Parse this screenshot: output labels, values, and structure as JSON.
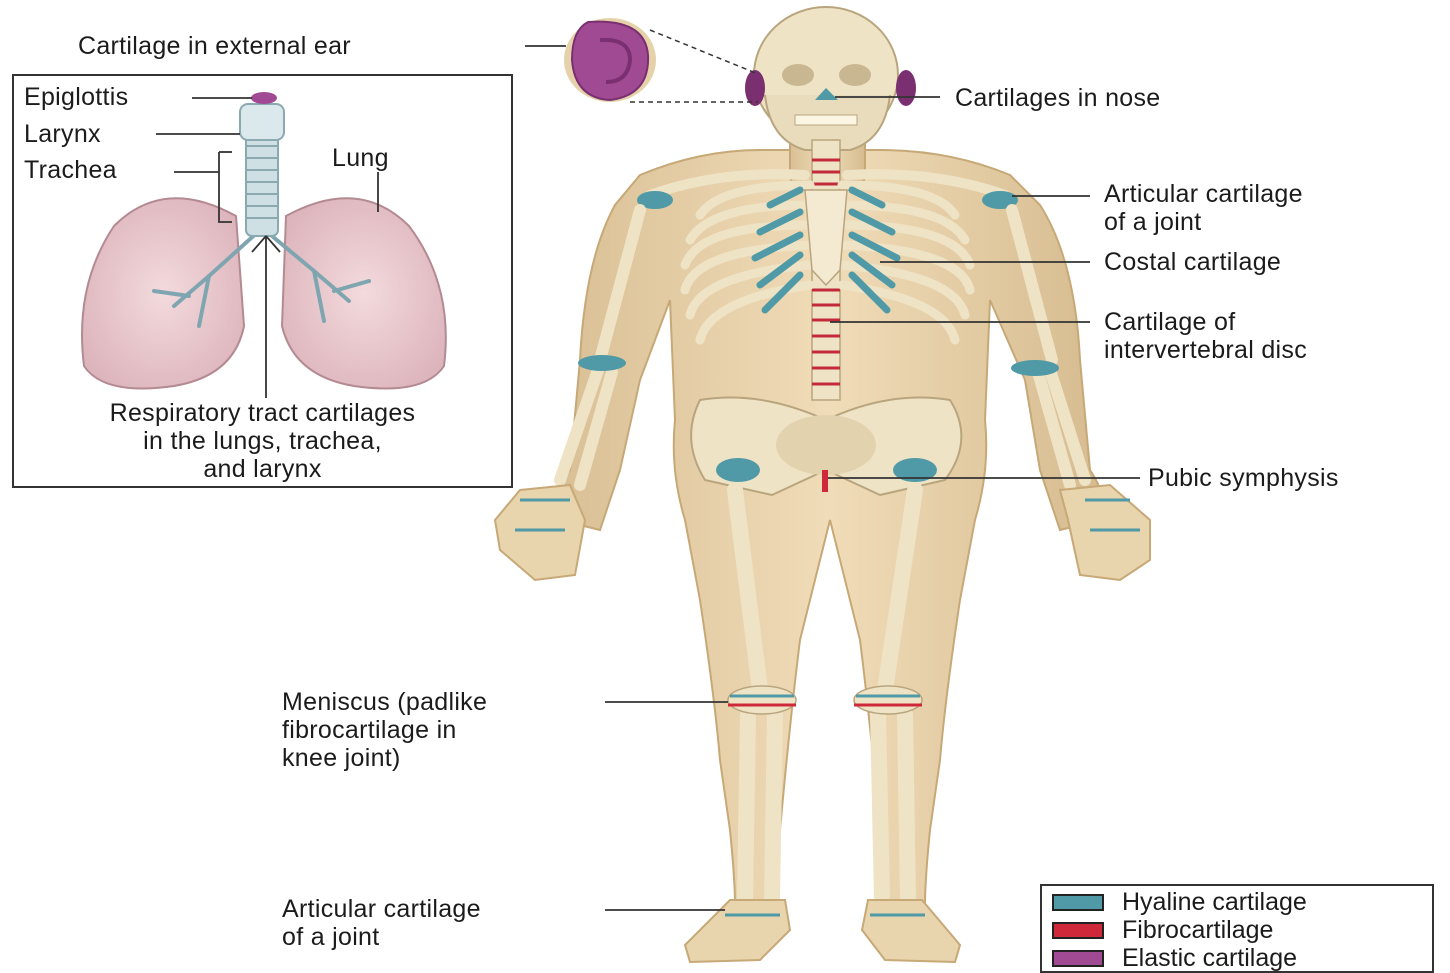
{
  "colors": {
    "hyaline": "#4f9aa6",
    "fibro": "#d0283b",
    "elastic": "#a14a94",
    "bone": "#f1e6c4",
    "skin": "#e9d3ab",
    "lung": "#e8c6cc"
  },
  "labels": {
    "external_ear": "Cartilage in external ear",
    "nose": "Cartilages in nose",
    "articular_joint_top_line1": "Articular cartilage",
    "articular_joint_top_line2": "of a joint",
    "costal": "Costal cartilage",
    "intervertebral_line1": "Cartilage of",
    "intervertebral_line2": "intervertebral disc",
    "pubic": "Pubic symphysis",
    "meniscus_line1": "Meniscus (padlike",
    "meniscus_line2": "fibrocartilage in",
    "meniscus_line3": "knee joint)",
    "articular_joint_bottom_line1": "Articular cartilage",
    "articular_joint_bottom_line2": "of a joint"
  },
  "inset": {
    "epiglottis": "Epiglottis",
    "larynx": "Larynx",
    "trachea": "Trachea",
    "lung": "Lung",
    "caption_line1": "Respiratory tract cartilages",
    "caption_line2": "in the lungs, trachea,",
    "caption_line3": "and larynx"
  },
  "legend": [
    {
      "label": "Hyaline cartilage",
      "color": "#4f9aa6"
    },
    {
      "label": "Fibrocartilage",
      "color": "#d0283b"
    },
    {
      "label": "Elastic cartilage",
      "color": "#a14a94"
    }
  ]
}
